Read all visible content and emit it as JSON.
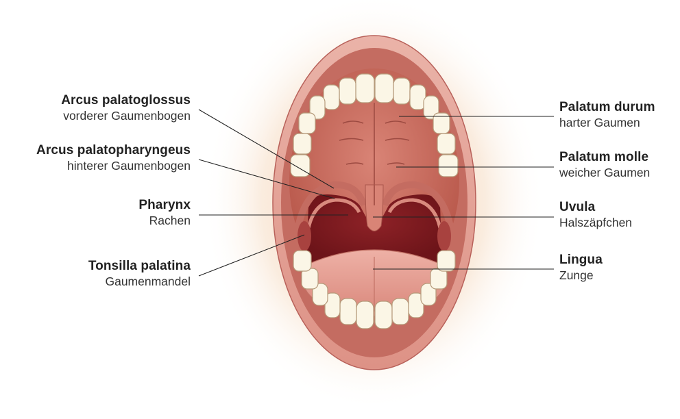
{
  "labels": {
    "arcus_palatoglossus": {
      "term": "Arcus palatoglossus",
      "translation": "vorderer Gaumenbogen"
    },
    "arcus_palatopharyngeus": {
      "term": "Arcus palatopharyngeus",
      "translation": "hinterer Gaumenbogen"
    },
    "pharynx": {
      "term": "Pharynx",
      "translation": "Rachen"
    },
    "tonsilla_palatina": {
      "term": "Tonsilla palatina",
      "translation": "Gaumenmandel"
    },
    "palatum_durum": {
      "term": "Palatum durum",
      "translation": "harter Gaumen"
    },
    "palatum_molle": {
      "term": "Palatum molle",
      "translation": "weicher Gaumen"
    },
    "uvula": {
      "term": "Uvula",
      "translation": "Halszäpfchen"
    },
    "lingua": {
      "term": "Lingua",
      "translation": "Zunge"
    }
  },
  "colors": {
    "lip": "#e6a49a",
    "lip_dark": "#b8615a",
    "mouth_interior": "#9a2f33",
    "palate": "#c96a5e",
    "tongue": "#e49c92",
    "teeth": "#fbf6e6",
    "leader_line": "#222222"
  }
}
